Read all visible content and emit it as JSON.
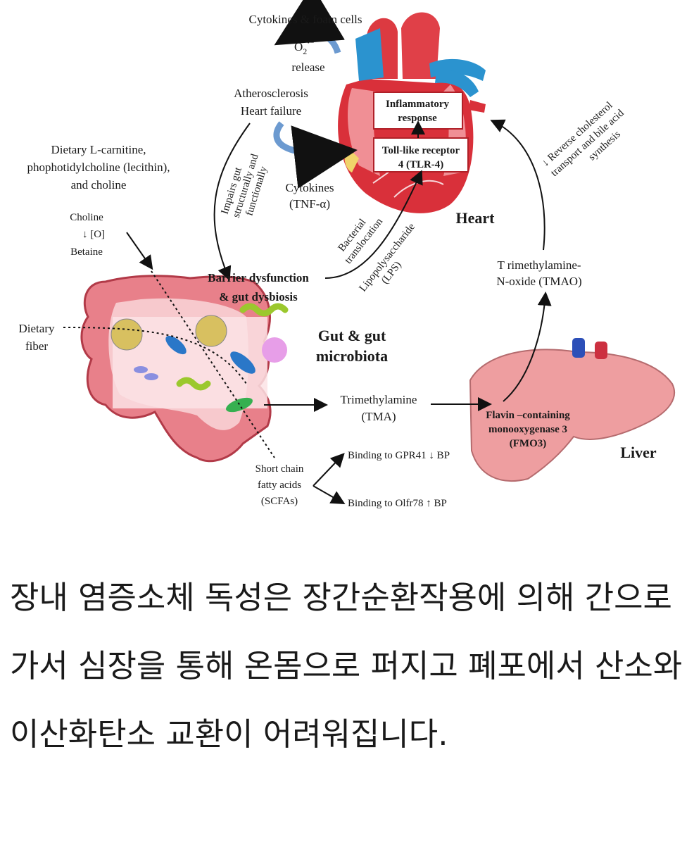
{
  "diagram": {
    "cytokines_foam": "Cytokines & foam cells",
    "o2_symbol": "O",
    "o2_sub": "2",
    "o2_sup": "•−",
    "release": "release",
    "athero": "Atherosclerosis",
    "heart_failure": "Heart failure",
    "impairs_1": "Impairs gut",
    "impairs_2": "structurally and",
    "impairs_3": "functionally",
    "cytokines_tnf_1": "Cytokines",
    "cytokines_tnf_2": "(TNF-α)",
    "inflammatory_1": "Inflammatory",
    "inflammatory_2": "response",
    "tlr_1": "Toll-like receptor",
    "tlr_2": "4 (TLR-4)",
    "heart": "Heart",
    "reverse_1": "↓ Reverse cholesterol",
    "reverse_2": "transport and bile acid",
    "reverse_3": "synthesis",
    "dietary_1": "Dietary L-carnitine,",
    "dietary_2": "phophotidylcholine (lecithin),",
    "dietary_3": "and choline",
    "choline": "Choline",
    "oxidation": "↓ [O]",
    "betaine": "Betaine",
    "bacterial_1": "Bacterial",
    "bacterial_2": "translocation",
    "lps_1": "Lipopolysaccharide",
    "lps_2": "(LPS)",
    "barrier_1": "Barrier dysfunction",
    "barrier_2": "& gut dysbiosis",
    "tmao_1": "T rimethylamine-",
    "tmao_2": "N-oxide (TMAO)",
    "dietary_fiber_1": "Dietary",
    "dietary_fiber_2": "fiber",
    "gut_1": "Gut & gut",
    "gut_2": "microbiota",
    "tma_1": "Trimethylamine",
    "tma_2": "(TMA)",
    "fmo_1": "Flavin –containing",
    "fmo_2": "monooxygenase 3",
    "fmo_3": "(FMO3)",
    "liver": "Liver",
    "gpr41": "Binding to GPR41 ↓ BP",
    "olfr78": "Binding to Olfr78  ↑ BP",
    "scfa_1": "Short chain",
    "scfa_2": "fatty acids",
    "scfa_3": "(SCFAs)"
  },
  "caption": "장내 염증소체 독성은 장간순환작용에 의해 간으로 가서 심장을 통해 온몸으로 퍼지고 폐포에서 산소와 이산화탄소 교환이 어려워집니다."
}
